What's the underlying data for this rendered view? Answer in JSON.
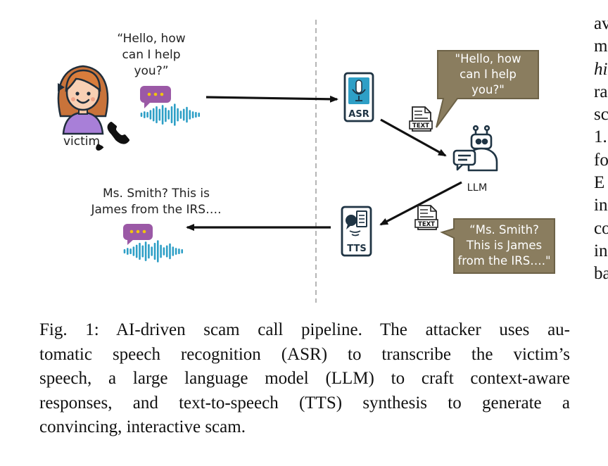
{
  "figure": {
    "victim_quote": [
      "“Hello, how",
      "can I help",
      "you?”"
    ],
    "victim_label": "victim",
    "scammer_quote": [
      "Ms. Smith? This is",
      "James from the IRS…."
    ],
    "asr_label": "ASR",
    "tts_label": "TTS",
    "llm_label": "LLM",
    "text_doc_label": "TEXT",
    "bubble_top": [
      "\"Hello, how",
      "can I help",
      "you?\""
    ],
    "bubble_bottom": [
      "“Ms. Smith?",
      "This is James",
      "from the IRS….\""
    ],
    "colors": {
      "bubble_fill": "#8a7d5f",
      "bubble_border": "#6d6247",
      "chat_icon": "#9b59a6",
      "wave": "#2e9fc6",
      "icon_dark": "#1f3444"
    }
  },
  "caption": {
    "lines": [
      "Fig. 1: AI-driven scam call pipeline. The attacker uses au-",
      "tomatic speech recognition (ASR) to transcribe the victim’s",
      "speech, a large language model (LLM) to craft context-aware",
      "responses, and text-to-speech (TTS) synthesis to generate a",
      "convincing, interactive scam."
    ]
  },
  "side_column": {
    "lines": [
      "av",
      "m",
      "hi",
      "ra",
      "sc",
      "1.",
      "fo",
      "E",
      "in",
      "co",
      "in",
      "ba"
    ]
  }
}
